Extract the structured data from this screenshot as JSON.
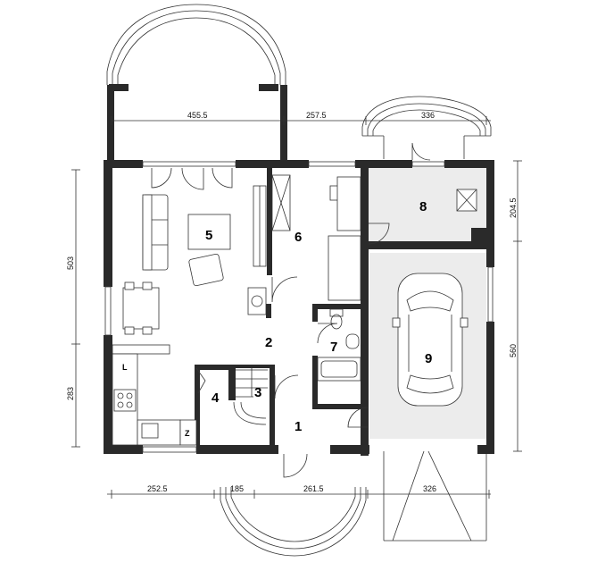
{
  "dimensions": {
    "top_left": "455.5",
    "top_mid": "257.5",
    "top_right": "336",
    "left_upper": "503",
    "left_lower": "283",
    "right_upper": "204.5",
    "right_lower": "560",
    "bottom_1": "252.5",
    "bottom_2": "185",
    "bottom_3": "261.5",
    "bottom_4": "326"
  },
  "rooms": {
    "r1": "1",
    "r2": "2",
    "r3": "3",
    "r4": "4",
    "r5": "5",
    "r6": "6",
    "r7": "7",
    "r8": "8",
    "r9": "9"
  },
  "fixtures": {
    "fridge_letter": "L",
    "cabinet_letter": "Z"
  }
}
